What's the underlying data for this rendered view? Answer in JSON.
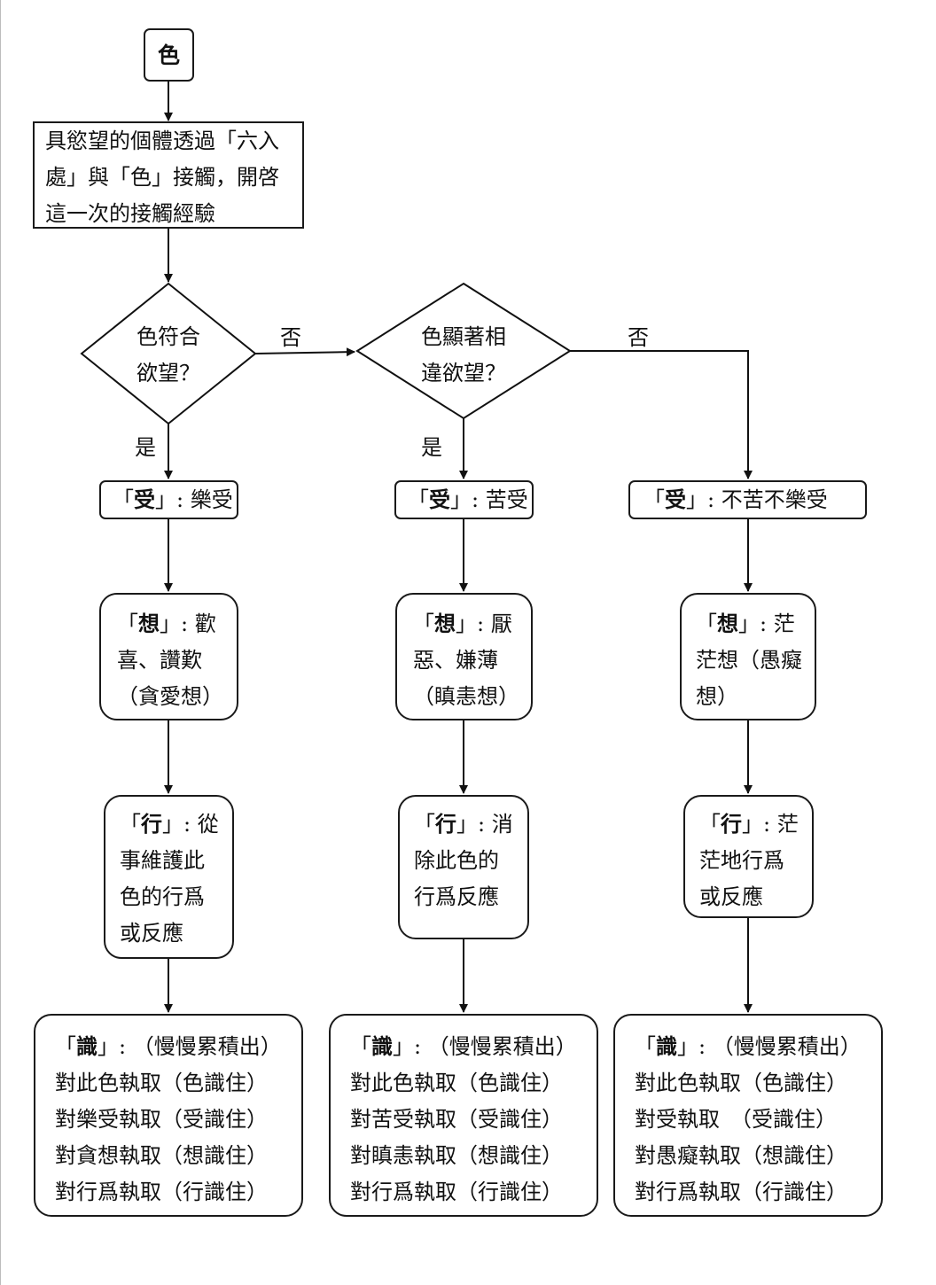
{
  "start": {
    "label": "色"
  },
  "intro": {
    "lines": [
      "具慾望的個體透過「六入",
      "處」與「色」接觸，開啓",
      "這一次的接觸經驗"
    ]
  },
  "decision1": {
    "lines": [
      "色符合",
      "欲望？"
    ],
    "no_label": "否",
    "yes_label": "是"
  },
  "decision2": {
    "lines": [
      "色顯著相",
      "違欲望？"
    ],
    "no_label": "否",
    "yes_label": "是"
  },
  "columns": [
    {
      "feeling": {
        "bracket_open": "「",
        "key": "受",
        "bracket_close": "」",
        "rest": ": 樂受"
      },
      "perception": {
        "key": "想",
        "first_rest": ": 歡",
        "lines": [
          "喜、讚歎",
          "（貪愛想）"
        ]
      },
      "action": {
        "key": "行",
        "first_rest": ": 從",
        "lines": [
          "事維護此",
          "色的行爲",
          "或反應"
        ]
      },
      "consciousness": {
        "key": "識",
        "first_rest": ": （慢慢累積出）",
        "lines": [
          "對此色執取（色識住）",
          "對樂受執取（受識住）",
          "對貪想執取（想識住）",
          "對行爲執取（行識住）"
        ]
      }
    },
    {
      "feeling": {
        "bracket_open": "「",
        "key": "受",
        "bracket_close": "」",
        "rest": ": 苦受"
      },
      "perception": {
        "key": "想",
        "first_rest": ": 厭",
        "lines": [
          "惡、嫌薄",
          "（瞋恚想）"
        ]
      },
      "action": {
        "key": "行",
        "first_rest": ": 消",
        "lines": [
          "除此色的",
          "行爲反應"
        ]
      },
      "consciousness": {
        "key": "識",
        "first_rest": ": （慢慢累積出）",
        "lines": [
          "對此色執取（色識住）",
          "對苦受執取（受識住）",
          "對瞋恚執取（想識住）",
          "對行爲執取（行識住）"
        ]
      }
    },
    {
      "feeling": {
        "bracket_open": "「",
        "key": "受",
        "bracket_close": "」",
        "rest": ": 不苦不樂受"
      },
      "perception": {
        "key": "想",
        "first_rest": ": 茫",
        "lines": [
          "茫想（愚癡",
          "想）"
        ]
      },
      "action": {
        "key": "行",
        "first_rest": ": 茫",
        "lines": [
          "茫地行爲",
          "或反應"
        ]
      },
      "consciousness": {
        "key": "識",
        "first_rest": ": （慢慢累積出）",
        "lines": [
          "對此色執取（色識住）",
          "對受執取　（受識住）",
          "對愚癡執取（想識住）",
          "對行爲執取（行識住）"
        ]
      }
    }
  ]
}
